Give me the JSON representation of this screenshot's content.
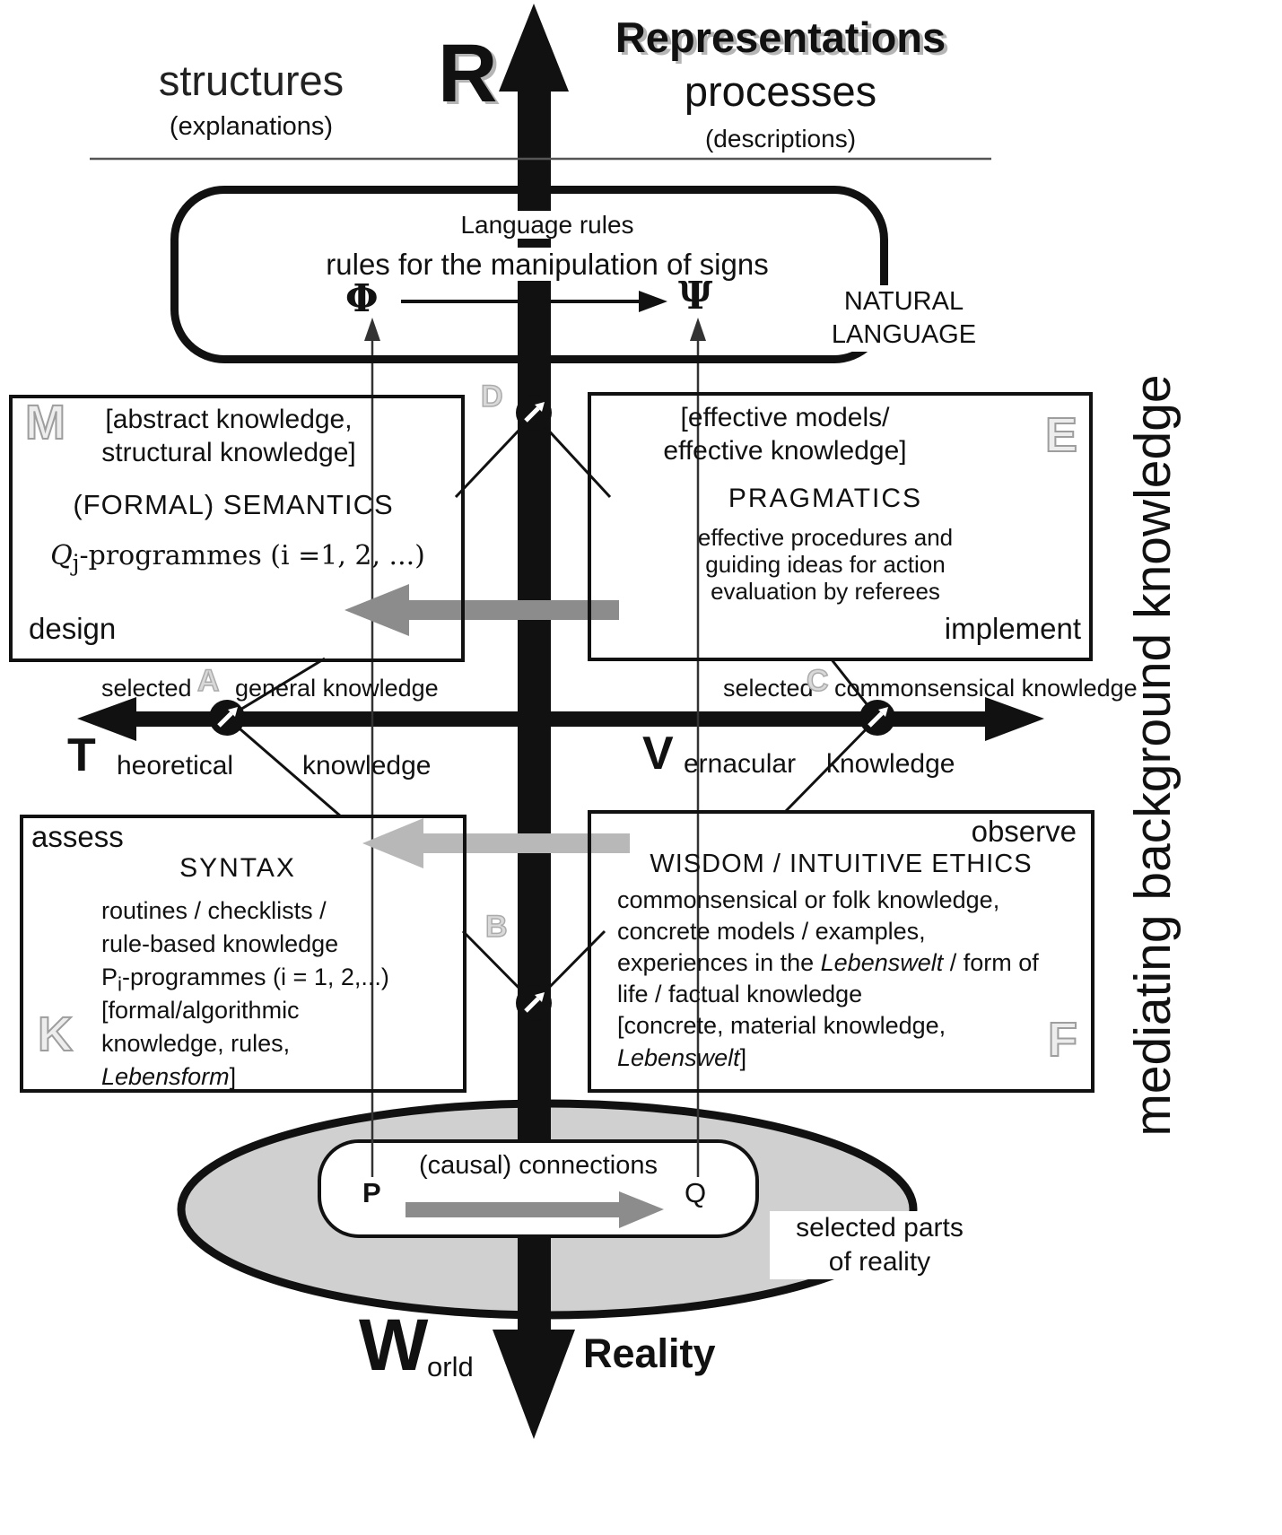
{
  "colors": {
    "dark_gray_arrow": "#8c8c8c",
    "light_gray_arrow": "#b8b8b8",
    "ellipse_fill": "#d0d0d0"
  },
  "header": {
    "structures": "structures",
    "explanations": "(explanations)",
    "r": "R",
    "representations": "Representations",
    "processes": "processes",
    "descriptions": "(descriptions)"
  },
  "language": {
    "title": "Language rules",
    "subtitle": "rules for the manipulation of signs",
    "phi": "Φ",
    "psi": "Ψ",
    "natural1": "NATURAL",
    "natural2": "LANGUAGE"
  },
  "semantics": {
    "letter": "M",
    "bracket1": "[abstract knowledge,",
    "bracket2": "structural knowledge]",
    "title": "(FORMAL) SEMANTICS",
    "formula_q": "Q",
    "formula_sub": "j",
    "formula_rest": "-programmes (i =1, 2, ...)",
    "corner": "design"
  },
  "pragmatics": {
    "letter": "E",
    "bracket1": "[effective models/",
    "bracket2": "effective knowledge]",
    "title": "PRAGMATICS",
    "body1": "effective procedures and",
    "body2": "guiding ideas for action",
    "body3": "evaluation by referees",
    "corner": "implement"
  },
  "syntax": {
    "letter": "K",
    "corner": "assess",
    "title": "SYNTAX",
    "line1": "routines / checklists /",
    "line2": "rule-based knowledge",
    "line3_p": "P",
    "line3_sub": "i",
    "line3_rest": "-programmes (i = 1, 2,...)",
    "line4": "[formal/algorithmic",
    "line5": "knowledge, rules,",
    "line6_italic": "Lebensform",
    "line6_end": "]"
  },
  "wisdom": {
    "letter": "F",
    "corner": "observe",
    "title": "WISDOM  / INTUITIVE ETHICS",
    "body1": "commonsensical or folk knowledge,",
    "body2": "concrete models / examples,",
    "body3_pre": "experiences in the ",
    "body3_italic": "Lebenswelt",
    "body3_post": " / form of",
    "body4": "life / factual knowledge",
    "bracket1": "[concrete, material knowledge,",
    "bracket2_italic": "Lebenswelt",
    "bracket2_end": "]"
  },
  "axis": {
    "selected_left": "selected",
    "a": "A",
    "general_knowledge": "general knowledge",
    "t": "T",
    "heoretical": "heoretical",
    "knowledge_left": "knowledge",
    "selected_right": "selected",
    "c": "C",
    "commonsensical_knowledge": "commonsensical knowledge",
    "v": "V",
    "ernacular": "ernacular",
    "knowledge_right": "knowledge",
    "d": "D",
    "b": "B"
  },
  "reality": {
    "causal": "(causal) connections",
    "p": "P",
    "q": "Q",
    "selected_parts1": "selected parts",
    "selected_parts2": "of reality",
    "w": "W",
    "orld": "orld",
    "reality": "Reality"
  },
  "side": {
    "label": "mediating background knowledge"
  }
}
